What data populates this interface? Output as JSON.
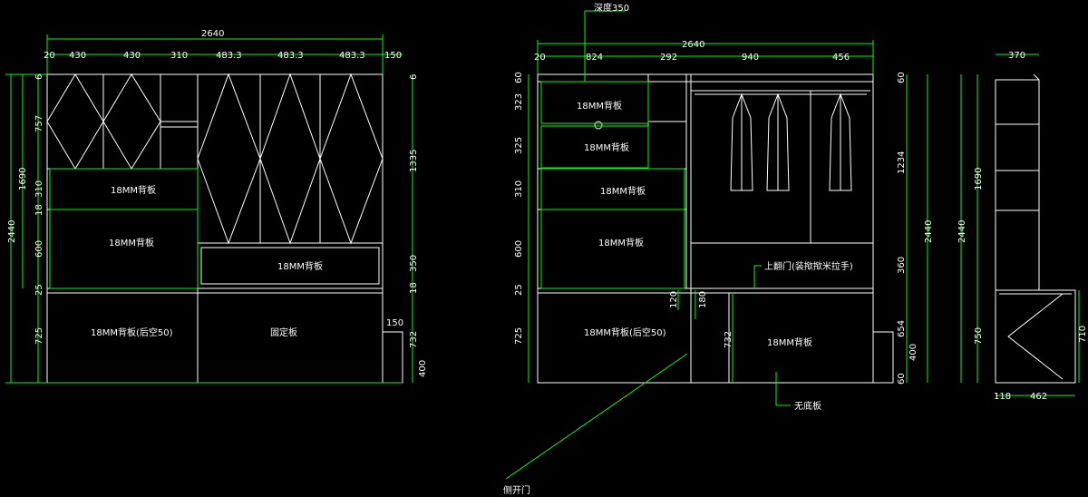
{
  "colors": {
    "background": "#000000",
    "outline": "#ffffff",
    "dimension": "#00ff00",
    "text": "#ffffff"
  },
  "elevation_left": {
    "overall_width": "2640",
    "top_dims": [
      "20",
      "430",
      "430",
      "310",
      "483.3",
      "483.3",
      "483.3",
      "150"
    ],
    "left_overall": "2440",
    "left_sub": "1690",
    "left_dims": [
      "6",
      "757",
      "310",
      "18",
      "600",
      "25",
      "725"
    ],
    "right_dims": [
      "6",
      "1335",
      "350",
      "18",
      "150",
      "732",
      "400"
    ],
    "labels": {
      "back_1": "18MM背板",
      "back_2": "18MM背板",
      "back_3": "18MM背板",
      "back_bottom": "18MM背板(后空50)",
      "fixed_panel": "固定板"
    }
  },
  "elevation_middle": {
    "depth_note": "深度350",
    "overall_width": "2640",
    "top_dims": [
      "20",
      "824",
      "292",
      "940",
      "456"
    ],
    "left_dims": [
      "60",
      "323",
      "325",
      "310",
      "600",
      "25",
      "725"
    ],
    "right_dims": [
      "60",
      "1234",
      "360",
      "654",
      "400",
      "60"
    ],
    "overall_right": "2440",
    "inner_dims": [
      "120",
      "180",
      "732"
    ],
    "labels": {
      "back_1": "18MM背板",
      "back_2": "18MM背板",
      "back_3": "18MM背板",
      "back_4": "18MM背板",
      "back_bottom": "18MM背板(后空50)",
      "back_right": "18MM背板",
      "flap_door": "上翻门(装揿揿米拉手)",
      "no_bottom": "无底板",
      "side_door": "侧开门"
    }
  },
  "side_view": {
    "top_width": "370",
    "left_overall": "2440",
    "left_sub": "1690",
    "left_lower": "750",
    "right_dim": "710",
    "bottom_dims": [
      "118",
      "462"
    ]
  }
}
